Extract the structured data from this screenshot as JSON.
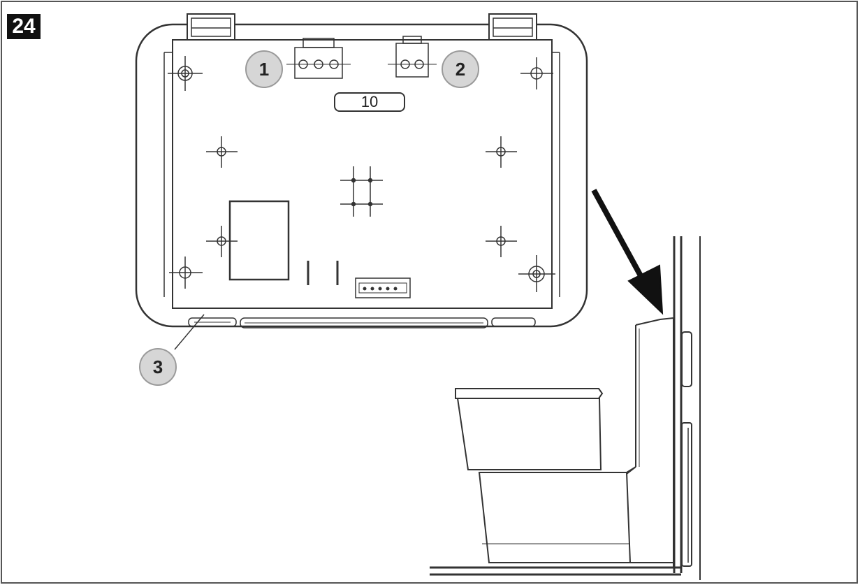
{
  "figure": {
    "number": "24",
    "board_label": "10",
    "callouts": {
      "one": "1",
      "two": "2",
      "three": "3"
    }
  },
  "colors": {
    "line": "#333333",
    "callout_fill": "#d6d6d6",
    "callout_stroke": "#9a9a9a",
    "badge_bg": "#111111"
  }
}
